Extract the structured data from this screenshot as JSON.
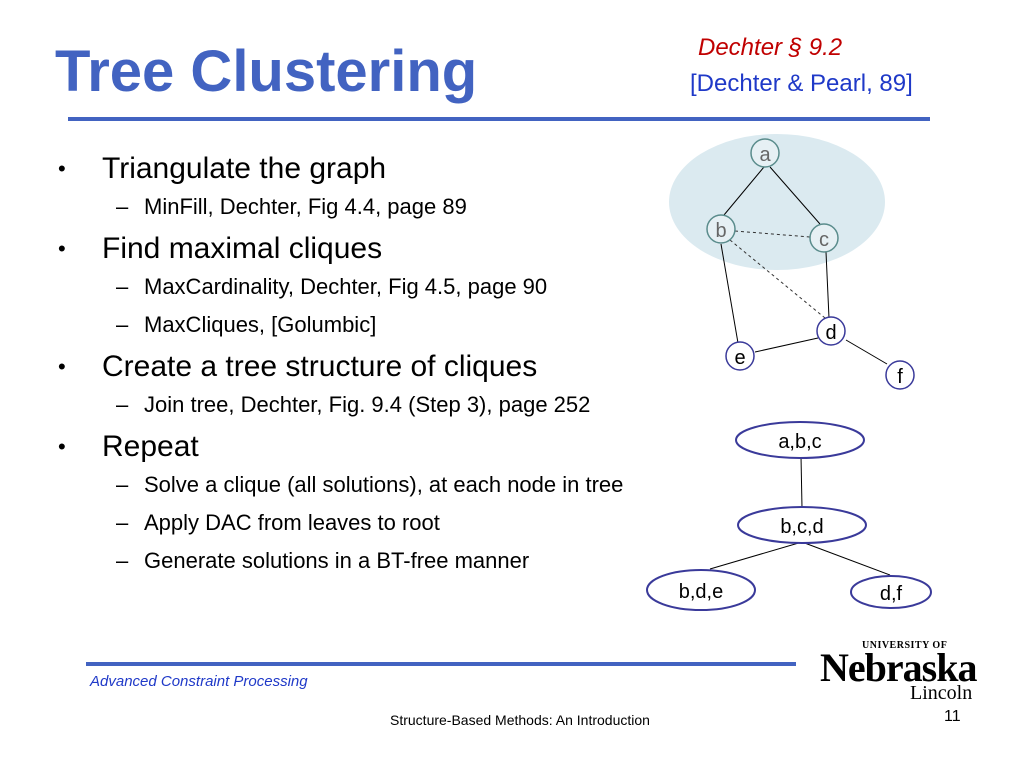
{
  "slide": {
    "title": "Tree Clustering",
    "ref_line1": "Dechter § 9.2",
    "ref_line2": "[Dechter & Pearl, 89]"
  },
  "bullets": [
    {
      "text": "Triangulate the graph",
      "subs": [
        "MinFill, Dechter, Fig 4.4, page 89"
      ]
    },
    {
      "text": "Find maximal cliques",
      "subs": [
        "MaxCardinality, Dechter, Fig 4.5, page 90",
        "MaxCliques, [Golumbic]"
      ]
    },
    {
      "text": "Create a tree structure of cliques",
      "subs": [
        "Join tree, Dechter, Fig. 9.4 (Step 3), page 252"
      ]
    },
    {
      "text": "Repeat",
      "subs": [
        "Solve a clique (all solutions), at each node in tree",
        "Apply DAC from leaves to root",
        "Generate solutions in a BT-free manner"
      ]
    }
  ],
  "bullet_marker": "•",
  "sub_marker": "–",
  "graph": {
    "nodes": [
      "a",
      "b",
      "c",
      "d",
      "e",
      "f"
    ]
  },
  "join_tree": {
    "nodes": [
      "a,b,c",
      "b,c,d",
      "b,d,e",
      "d,f"
    ]
  },
  "footer": {
    "left": "Advanced Constraint Processing",
    "center": "Structure-Based Methods: An Introduction",
    "page": "11"
  },
  "logo": {
    "university_of": "UNIVERSITY OF",
    "name": "Nebraska",
    "city": "Lincoln"
  },
  "colors": {
    "title": "#4263c1",
    "ref_red": "#c00000",
    "ref_blue": "#1f39c8",
    "rule": "#4263c1",
    "clique_fill": "#dbeaf0",
    "node_stroke": "#3a3a9a"
  }
}
